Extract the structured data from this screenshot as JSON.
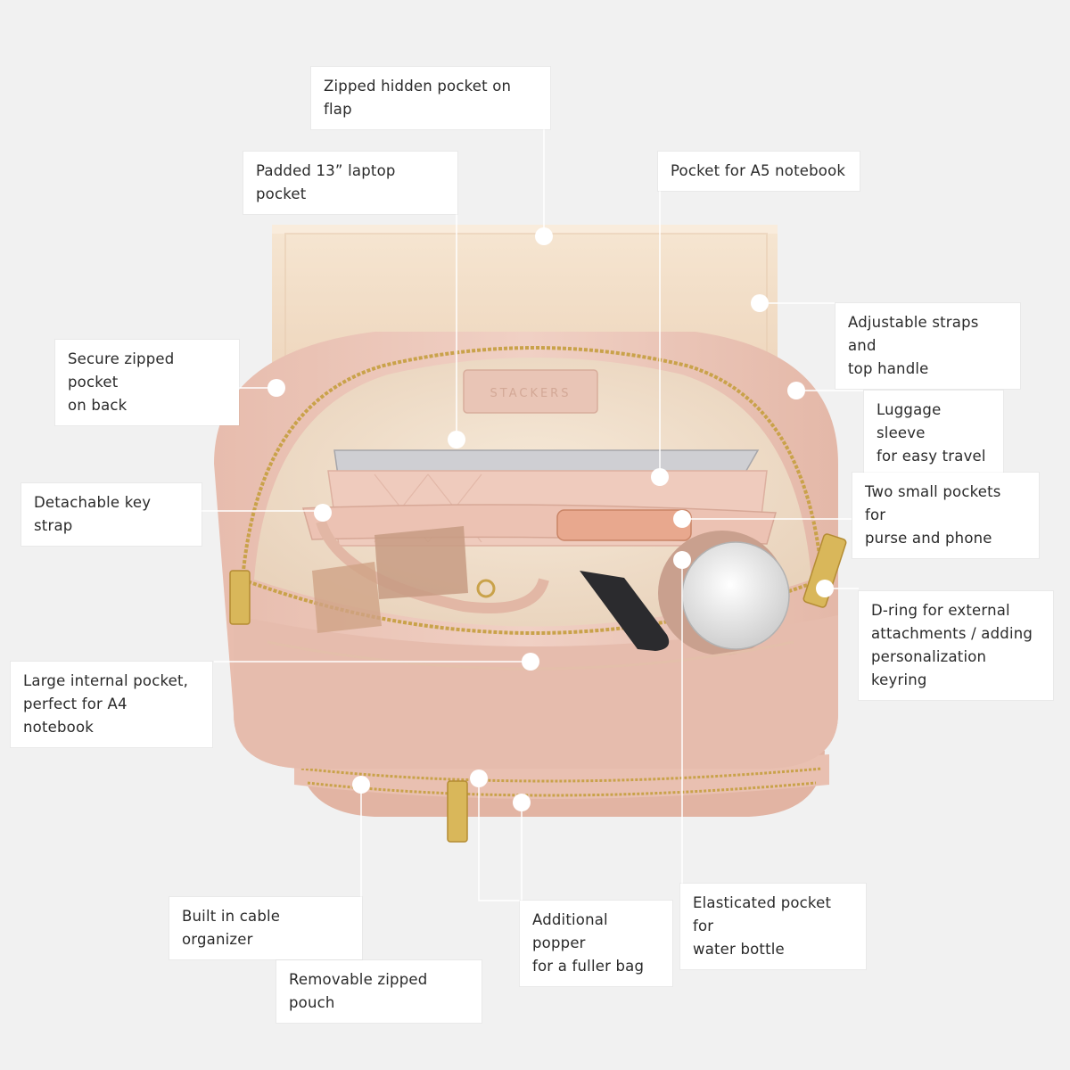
{
  "product": {
    "brand_mark": "STACKERS"
  },
  "colors": {
    "background": "#f1f1f1",
    "bag_body": "#ecc8bb",
    "bag_shadow": "#d9ab9b",
    "flap_lining": "#f3dfc8",
    "interior": "#f2e2cf",
    "zipper": "#c9a24a",
    "callout_line": "#ffffff"
  },
  "callouts": [
    {
      "id": "zipped-hidden-pocket-on-flap",
      "text": "Zipped hidden pocket on flap"
    },
    {
      "id": "padded-laptop-pocket",
      "text": "Padded 13” laptop pocket"
    },
    {
      "id": "pocket-for-a5-notebook",
      "text": "Pocket for A5 notebook"
    },
    {
      "id": "adjustable-straps",
      "text": "Adjustable straps and\ntop handle"
    },
    {
      "id": "secure-zipped-pocket-back",
      "text": "Secure zipped pocket\non back"
    },
    {
      "id": "luggage-sleeve",
      "text": "Luggage sleeve\nfor easy travel"
    },
    {
      "id": "detachable-key-strap",
      "text": "Detachable key strap"
    },
    {
      "id": "two-small-pockets",
      "text": "Two small pockets for\npurse and phone"
    },
    {
      "id": "d-ring",
      "text": "D-ring for external\nattachments / adding\npersonalization keyring"
    },
    {
      "id": "large-internal-pocket",
      "text": "Large internal pocket,\nperfect for A4 notebook"
    },
    {
      "id": "built-in-cable-organizer",
      "text": "Built in cable organizer"
    },
    {
      "id": "additional-popper",
      "text": "Additional popper\nfor a fuller bag"
    },
    {
      "id": "elasticated-pocket",
      "text": "Elasticated pocket for\nwater bottle"
    },
    {
      "id": "removable-zipped-pouch",
      "text": "Removable zipped pouch"
    }
  ]
}
